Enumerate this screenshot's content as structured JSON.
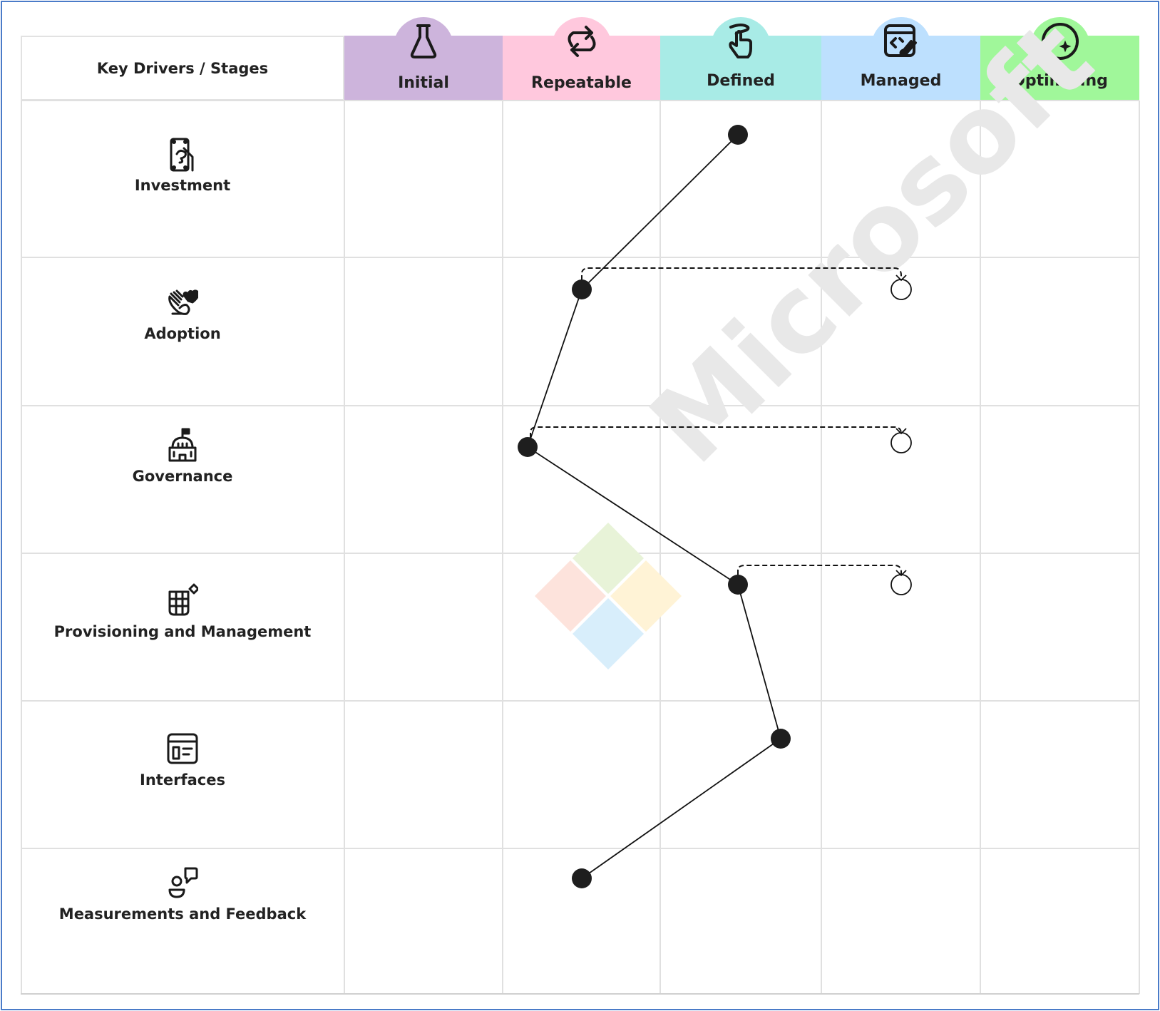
{
  "header": {
    "corner_label": "Key Drivers / Stages"
  },
  "stages": [
    {
      "label": "Initial",
      "icon": "flask-icon",
      "color": "#cdb4dc"
    },
    {
      "label": "Repeatable",
      "icon": "repeat-icon",
      "color": "#ffc8dd"
    },
    {
      "label": "Defined",
      "icon": "touch-gesture-icon",
      "color": "#a8ebe6"
    },
    {
      "label": "Managed",
      "icon": "code-window-wrench-icon",
      "color": "#bde0fe"
    },
    {
      "label": "Optimizing",
      "icon": "sparkle-circle-icon",
      "color": "#a0f79a"
    }
  ],
  "drivers": [
    {
      "label": "Investment",
      "icon": "money-hand-icon"
    },
    {
      "label": "Adoption",
      "icon": "hand-heart-icon"
    },
    {
      "label": "Governance",
      "icon": "government-building-icon"
    },
    {
      "label": "Provisioning and Management",
      "icon": "grid-diamond-icon"
    },
    {
      "label": "Interfaces",
      "icon": "window-layout-icon"
    },
    {
      "label": "Measurements and Feedback",
      "icon": "person-feedback-icon"
    }
  ],
  "current_state": [
    {
      "driver": "Investment",
      "stage": "Defined"
    },
    {
      "driver": "Adoption",
      "stage": "Repeatable"
    },
    {
      "driver": "Governance",
      "stage": "Initial/Repeatable boundary"
    },
    {
      "driver": "Provisioning and Management",
      "stage": "Defined"
    },
    {
      "driver": "Interfaces",
      "stage": "Defined/Managed"
    },
    {
      "driver": "Measurements and Feedback",
      "stage": "Repeatable"
    }
  ],
  "target_state": [
    {
      "driver": "Adoption",
      "stage": "Managed"
    },
    {
      "driver": "Governance",
      "stage": "Managed"
    },
    {
      "driver": "Provisioning and Management",
      "stage": "Managed"
    }
  ],
  "watermark": {
    "text": "Microsoft",
    "logo_colors": [
      "#fde3dc",
      "#e8f3d8",
      "#fff3d6",
      "#d8eefb"
    ]
  }
}
